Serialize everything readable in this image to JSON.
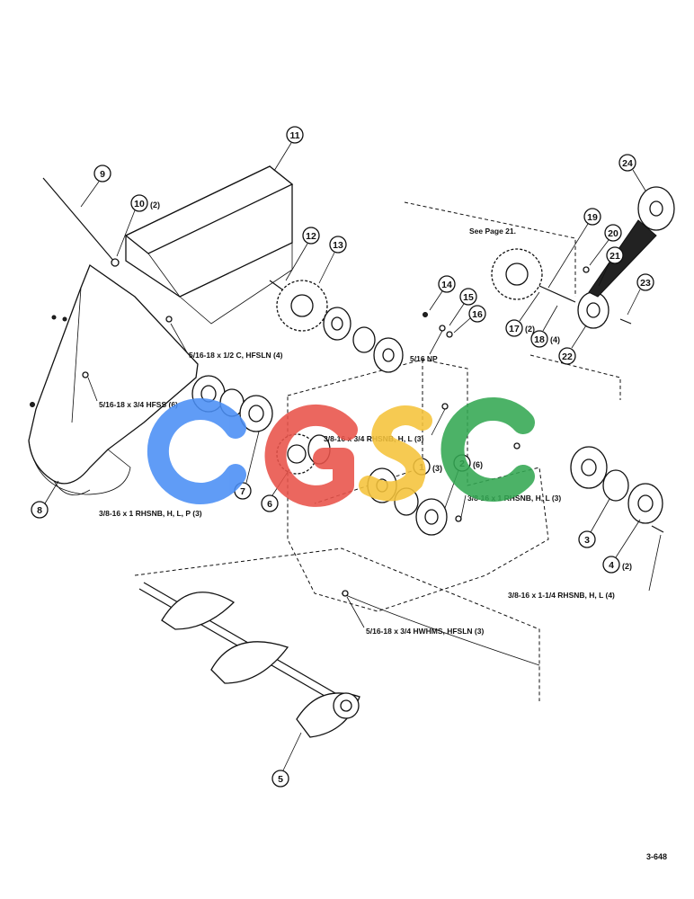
{
  "figure_number": "3-648",
  "watermark": {
    "letters": [
      "C",
      "G",
      "S",
      "C"
    ],
    "colors": [
      "#4a8ef5",
      "#e9534a",
      "#f5c33b",
      "#34a853"
    ]
  },
  "callouts": [
    {
      "num": "1",
      "qty": "(3)"
    },
    {
      "num": "2",
      "qty": "(6)"
    },
    {
      "num": "3",
      "qty": ""
    },
    {
      "num": "4",
      "qty": "(2)"
    },
    {
      "num": "5",
      "qty": ""
    },
    {
      "num": "6",
      "qty": ""
    },
    {
      "num": "7",
      "qty": ""
    },
    {
      "num": "8",
      "qty": ""
    },
    {
      "num": "9",
      "qty": ""
    },
    {
      "num": "10",
      "qty": "(2)"
    },
    {
      "num": "11",
      "qty": ""
    },
    {
      "num": "12",
      "qty": ""
    },
    {
      "num": "13",
      "qty": ""
    },
    {
      "num": "14",
      "qty": ""
    },
    {
      "num": "15",
      "qty": ""
    },
    {
      "num": "16",
      "qty": ""
    },
    {
      "num": "17",
      "qty": "(2)"
    },
    {
      "num": "18",
      "qty": "(4)"
    },
    {
      "num": "19",
      "qty": ""
    },
    {
      "num": "20",
      "qty": ""
    },
    {
      "num": "21",
      "qty": ""
    },
    {
      "num": "22",
      "qty": ""
    },
    {
      "num": "23",
      "qty": ""
    },
    {
      "num": "24",
      "qty": ""
    }
  ],
  "hardware_labels": [
    "5/16-18 x 1/2 C, HFSLN (4)",
    "5/16-18 x 3/4 HFSS (6)",
    "5/16 NP",
    "3/8-16 x 3/4 RHSNB, H, L (3)",
    "3/8-16 x 1 RHSNB, H, L, P (3)",
    "3/8-16 x 1 RHSNB, H, L (3)",
    "3/8-16 x 1-1/4 RHSNB, H, L (4)",
    "5/16-18 x 3/4 HWHMS, HFSLN (3)"
  ],
  "see_page": "See Page 21."
}
